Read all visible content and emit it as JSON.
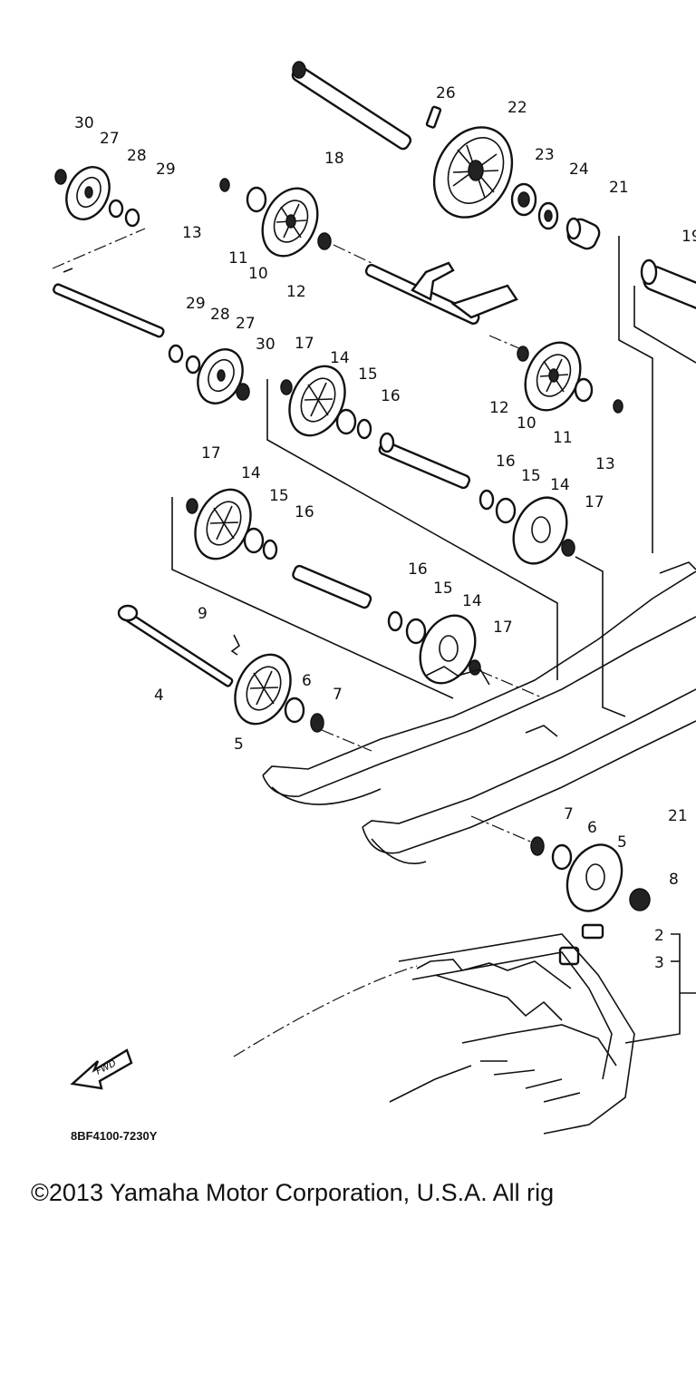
{
  "diagram": {
    "drawing_code": "8BF4100-7230Y",
    "copyright": "©2013 Yamaha Motor Corporation, U.S.A. All rig",
    "fwd_label": "FWD",
    "callouts": {
      "c30a": "30",
      "c27a": "27",
      "c28a": "28",
      "c29a": "29",
      "c26": "26",
      "c22": "22",
      "c18": "18",
      "c23": "23",
      "c24": "24",
      "c21a": "21",
      "c19": "19",
      "c13a": "13",
      "c11a": "11",
      "c10a": "10",
      "c12a": "12",
      "c29b": "29",
      "c28b": "28",
      "c27b": "27",
      "c30b": "30",
      "c17a": "17",
      "c14a": "14",
      "c15a": "15",
      "c16a": "16",
      "c12b": "12",
      "c10b": "10",
      "c11b": "11",
      "c13b": "13",
      "c17b": "17",
      "c14b": "14",
      "c15b": "15",
      "c16b": "16",
      "c16c": "16",
      "c15c": "15",
      "c14c": "14",
      "c17c": "17",
      "c16d": "16",
      "c15d": "15",
      "c14d": "14",
      "c17d": "17",
      "c9": "9",
      "c4": "4",
      "c6a": "6",
      "c7a": "7",
      "c5a": "5",
      "c7b": "7",
      "c6b": "6",
      "c5b": "5",
      "c8": "8",
      "c21b": "21",
      "c2": "2",
      "c3": "3"
    }
  }
}
